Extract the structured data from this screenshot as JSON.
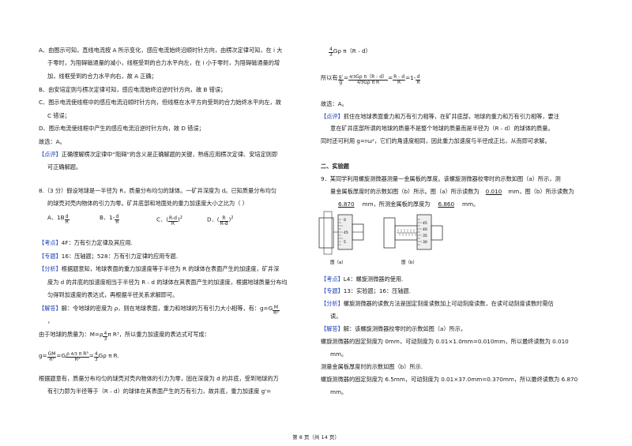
{
  "left": {
    "lines": [
      "A、由图示可知，直线电流按 A 所示变化，感应电流始终沿顺时针方向，由楞次定律可知，在 i 大",
      "于零时，为阻碍磁通量的减小，线框受到的合力水平向左，在 i 小于零时，为阻碍磁通量的增",
      "加，线框受到的合力水平向右，故 A 正确；",
      "B、由安培定则与楞次定律可知，感应电流始终沿逆时针方向，故 B 错误；",
      "C、图示电流使线框中的感应电流沿顺时针方向，但线框在水平方向受到的合力始终水平向左，故",
      "C 错误；",
      "D、图示电流使线框中产生的感应电流沿逆时针方向，故 D 错误；",
      "故选：A。"
    ],
    "comment_tag": "【点评】",
    "comment_lines": [
      "正确理解楞次定律中“阻碍”的含义是正确解题的关键，熟练应用楞次定律、安培定则即",
      "可正确解题。"
    ],
    "q8_stem": [
      "8.（3 分）假设地球是一半径为 R，质量分布均匀的球体。一矿井深度为 d。已知质量分布均匀",
      "的球壳对壳内物体的引力为零。矿井底部和地面处的重力加速度大小之比为（      ）"
    ],
    "options": [
      "A．1B",
      "B．1-",
      "C．(",
      "D．("
    ],
    "opt_parts": {
      "a_num": "d",
      "a_den": "R",
      "b_num": "d",
      "b_den": "R",
      "c_num": "R-d",
      "c_den": "R",
      "d_num": "R",
      "d_den": "R-d",
      "sq": "2"
    },
    "kaodian_tag": "【考点】",
    "kaodian": "4F：万有引力定律及其应用.",
    "zhuanti_tag": "【专题】",
    "zhuanti": "16：压轴题；528：万有引力定律的应用专题.",
    "fenxi_tag": "【分析】",
    "fenxi": [
      "根据题意知，地球表面的重力加速度等于半径为 R 的球体在表面产生的加速度，矿井深",
      "度为 d 的井底的加速度相当于半径为 R﹣d 的球体在其表面产生的加速度，根据地球质量分布均",
      "匀得到加速度的表达式，再根据半径关系求解即可。"
    ],
    "jieda_tag": "【解答】",
    "jieda": "解：令地球的密度为 ρ，则在地球表面，重力和地球的万有引力大小相等，有：g=G",
    "jieda_frac": {
      "num": "M",
      "den": "R²"
    },
    "mass_line": "由于地球的质量为：M=ρ",
    "mass_tail": "π R³，所以重力加速度的表达式可写成：",
    "g_line": "g=",
    "g_tail": "=",
    "g_end": "Gρ π R.",
    "bottom_lines": [
      "根据题意有，质量分布均匀的球壳对壳内物体的引力为零，固在深度为 d 的井底，受到地球的万",
      "有引力即为半径等于（R﹣d）的球体在其表面产生的万有引力，故井底，重力加速度 g'="
    ]
  },
  "right": {
    "top_formula": "Gρ π（R﹣d）",
    "so_have": "所以有",
    "ratio_tail": "=1-",
    "choose": "故选：A。",
    "comment_tag": "【点评】",
    "comment": [
      "抓住在地球表面重力和万有引力相等，在矿井底部，地球的重力和万有引力相等，要注",
      "意在矿井底部所谓的地球的质量不是整个地球的质量而是半径为（R﹣d）的球体的质量。",
      "同时还可利用 g=rω²，它们的角速度相同，因此重力加速度与半径成正比，从而即可求解。"
    ],
    "section": "二、实验题",
    "q9": [
      "9．某同学利用螺旋测微器测量一金属板的厚度。该螺旋测微器校零时的示数如图（a）所示，测",
      "量金属板厚度时的示数如图（b）所示。图（a）所示读数为"
    ],
    "q9_ans1": "0.010",
    "q9_mid": "mm，图（b）所示读数为",
    "q9_ans2": "6.870",
    "q9_mid2": "mm，所测金属板的厚度为",
    "q9_ans3": "6.860",
    "q9_end": "mm。",
    "fig_a": "图（a）",
    "fig_b": "图（b）",
    "fig_a_ticks": [
      "0",
      "45",
      "5"
    ],
    "fig_b_ticks": [
      "45",
      "40",
      "35",
      "30"
    ],
    "kaodian_tag": "【考点】",
    "kaodian": "L4：螺旋测微器的使用.",
    "zhuanti_tag": "【专题】",
    "zhuanti": "13：实验题；16：压轴题.",
    "fenxi_tag": "【分析】",
    "fenxi": [
      "螺旋测微器的读数方法是固定刻度读数加上可动刻度读数，在读可动刻度读数时需估",
      "读。"
    ],
    "jieda_tag": "【解答】",
    "jieda": [
      "解：该螺旋测微器校零时的示数如图（a）所示，",
      "螺旋测微器的固定刻度为 0mm，可动刻度为 0.01×1.0mm=0.010mm，所以最终读数为 0.010",
      "mm。",
      "测量金属板厚度时的示数如图（b）所示.",
      "螺旋测微器的固定刻度为 6.5mm，可动刻度为 0.01×37.0mm=0.370mm，所以最终读数为 6.870",
      "mm。"
    ]
  },
  "footer": "第 8 页（共 14 页）"
}
